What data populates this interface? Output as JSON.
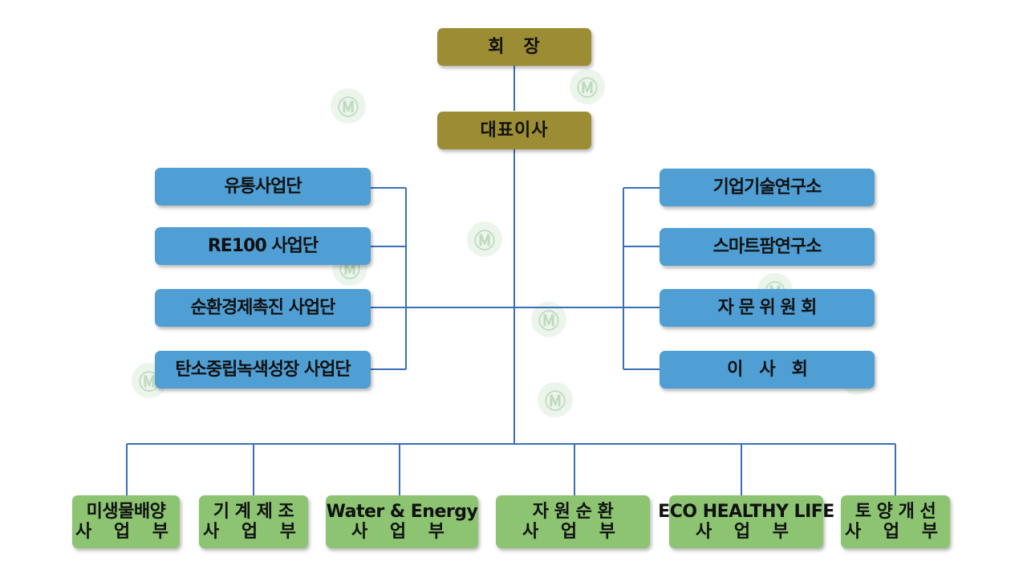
{
  "chairman": "회　장",
  "ceo": "대표이사",
  "left_units": [
    "유통사업단",
    "RE100 사업단",
    "순환경제촉진 사업단",
    "탄소중립녹색성장 사업단"
  ],
  "right_units": [
    "기업기술연구소",
    "스마트팜연구소",
    "자 문 위 원 회",
    "이　사　회"
  ],
  "divisions": [
    {
      "line1": "미생물배양",
      "line2": "사 업 부"
    },
    {
      "line1": "기 계 제 조",
      "line2": "사 업 부"
    },
    {
      "line1": "Water & Energy",
      "line2": "사 업 부"
    },
    {
      "line1": "자 원 순 환",
      "line2": "사 업 부"
    },
    {
      "line1": "ECO HEALTHY LIFE",
      "line2": "사 업 부"
    },
    {
      "line1": "토 양 개 선",
      "line2": "사 업 부"
    }
  ],
  "colors": {
    "executive": "#9c8c34",
    "unit": "#4f9fd4",
    "division": "#8cc472",
    "connector": "#3a6fb5"
  },
  "watermark_icon": "company-logo-watermark"
}
